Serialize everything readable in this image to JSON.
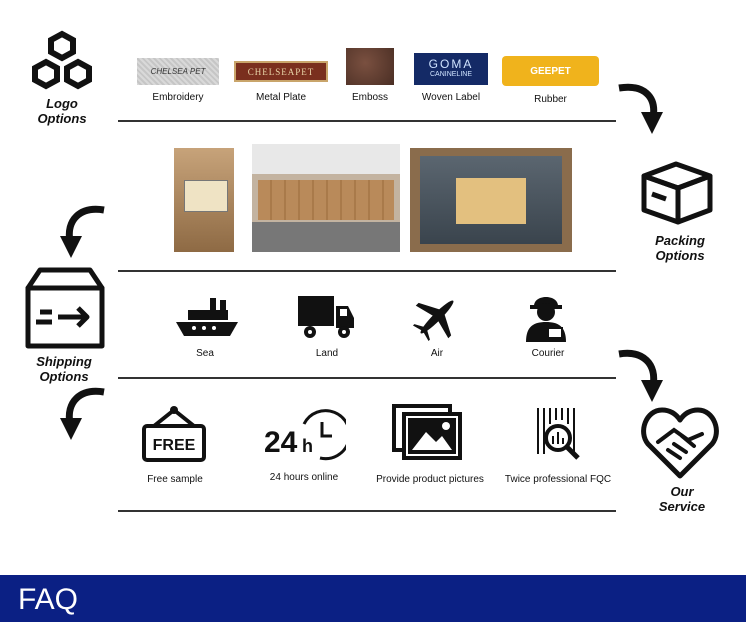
{
  "sections": {
    "logo": {
      "line1": "Logo",
      "line2": "Options"
    },
    "packing": {
      "line1": "Packing",
      "line2": "Options"
    },
    "shipping": {
      "line1": "Shipping",
      "line2": "Options"
    },
    "service": {
      "line1": "Our",
      "line2": "Service"
    }
  },
  "logo_options": [
    {
      "caption": "Embroidery",
      "sample_text": "CHELSEA PET"
    },
    {
      "caption": "Metal Plate",
      "sample_text": "CHELSEAPET"
    },
    {
      "caption": "Emboss",
      "sample_text": ""
    },
    {
      "caption": "Woven Label",
      "sample_text_1": "GOMA",
      "sample_text_2": "CANINELINE"
    },
    {
      "caption": "Rubber",
      "sample_text": "GEEPET"
    }
  ],
  "shipping_methods": [
    {
      "caption": "Sea",
      "icon": "ship-icon"
    },
    {
      "caption": "Land",
      "icon": "truck-icon"
    },
    {
      "caption": "Air",
      "icon": "airplane-icon"
    },
    {
      "caption": "Courier",
      "icon": "courier-icon"
    }
  ],
  "services": [
    {
      "caption": "Free sample",
      "icon": "free-sign-icon",
      "badge": "FREE"
    },
    {
      "caption": "24 hours online",
      "icon": "clock-24-icon",
      "badge": "24",
      "badge_sub": "h"
    },
    {
      "caption": "Provide product pictures",
      "icon": "pictures-icon"
    },
    {
      "caption": "Twice professional FQC",
      "icon": "inspection-icon"
    }
  ],
  "footer": {
    "label": "FAQ"
  },
  "colors": {
    "footer_bg": "#0b2084",
    "woven_bg": "#142a66",
    "metal_bg": "#7a2f1e",
    "emboss_bg": "#5a3a2e",
    "rubber_bg": "#f0b31c"
  }
}
